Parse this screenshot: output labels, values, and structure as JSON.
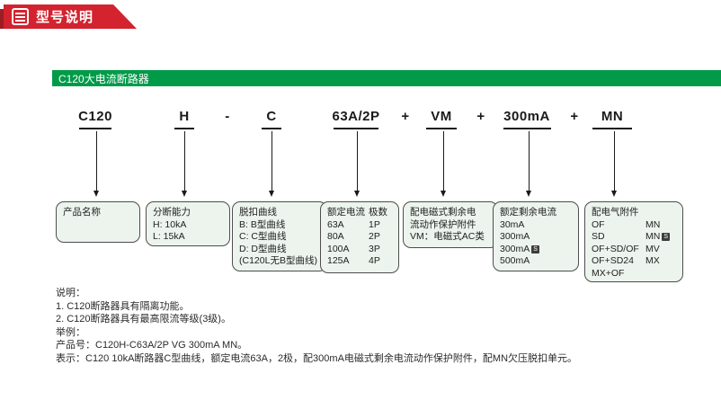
{
  "header": {
    "title": "型号说明",
    "icon": "form-icon"
  },
  "section_bar": {
    "title": "C120大电流断路器"
  },
  "model_code": {
    "parts": [
      {
        "text": "C120"
      },
      {
        "text": "H"
      },
      {
        "text": "-"
      },
      {
        "text": "C"
      },
      {
        "text": "63A/2P"
      },
      {
        "text": "+"
      },
      {
        "text": "VM"
      },
      {
        "text": "+"
      },
      {
        "text": "300mA"
      },
      {
        "text": "+"
      },
      {
        "text": "MN"
      }
    ]
  },
  "boxes": {
    "product_name": {
      "title": "产品名称"
    },
    "breaking_capacity": {
      "title": "分断能力",
      "items": [
        "H: 10kA",
        "L: 15kA"
      ]
    },
    "trip_curve": {
      "title": "脱扣曲线",
      "items": [
        "B: B型曲线",
        "C: C型曲线",
        "D: D型曲线",
        "(C120L无B型曲线)"
      ]
    },
    "rated_current": {
      "col1_header": "额定电流",
      "col2_header": "极数",
      "rows": [
        [
          "63A",
          "1P"
        ],
        [
          "80A",
          "2P"
        ],
        [
          "100A",
          "3P"
        ],
        [
          "125A",
          "4P"
        ]
      ]
    },
    "rcd_accessory": {
      "lines": [
        "配电磁式剩余电",
        "流动作保护附件",
        "VM：电磁式AC类"
      ]
    },
    "residual_current": {
      "title": "额定剩余电流",
      "items": [
        "30mA",
        "300mA",
        "300mA",
        "500mA"
      ],
      "selective_symbol": "S"
    },
    "electrical_accessories": {
      "title": "配电气附件",
      "rows": [
        [
          "OF",
          "MN"
        ],
        [
          "SD",
          "MN"
        ],
        [
          "OF+SD/OF",
          "MV"
        ],
        [
          "OF+SD24",
          "MX"
        ],
        [
          "MX+OF",
          ""
        ]
      ],
      "selective_symbol": "S"
    }
  },
  "notes": {
    "label": "说明：",
    "items": [
      "1. C120断路器具有隔离功能。",
      "2. C120断路器具有最高限流等级(3级)。"
    ],
    "example_label": "举例：",
    "product_no": "产品号：C120H-C63A/2P VG 300mA MN。",
    "meaning": "表示：C120 10kA断路器C型曲线，额定电流63A，2极，配300mA电磁式剩余电流动作保护附件，配MN欠压脱扣单元。"
  },
  "colors": {
    "banner_red": "#d2232f",
    "banner_red_dark": "#9d1d24",
    "bar_green": "#009a49",
    "box_fill": "#ecf4ed",
    "box_border": "#4d4d4d"
  }
}
